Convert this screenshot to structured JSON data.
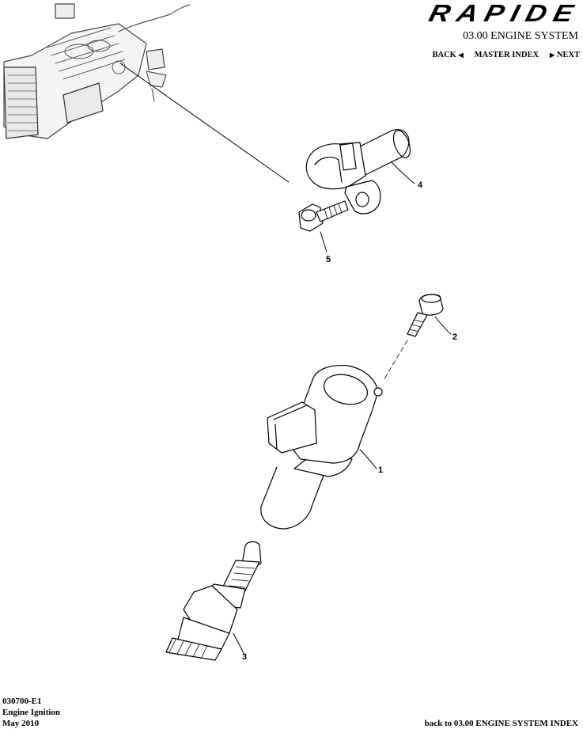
{
  "header": {
    "brand": "RAPIDE",
    "section_title": "03.00 ENGINE SYSTEM",
    "nav": {
      "back_label": "BACK",
      "master_index_label": "MASTER INDEX",
      "next_label": "NEXT"
    }
  },
  "callouts": [
    "1",
    "2",
    "3",
    "4",
    "5"
  ],
  "footer": {
    "code": "030700-E1",
    "title": "Engine Ignition",
    "date": "May 2010",
    "back_link": "back to 03.00 ENGINE SYSTEM INDEX"
  }
}
